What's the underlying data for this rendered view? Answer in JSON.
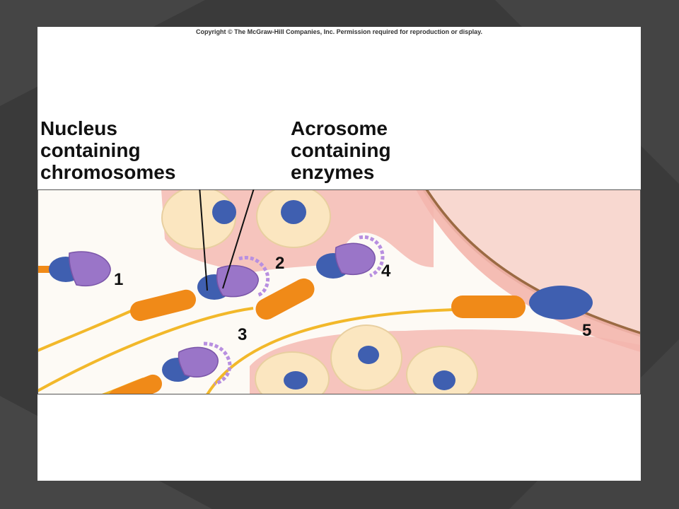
{
  "copyright": "Copyright © The McGraw-Hill Companies, Inc. Permission required for reproduction or display.",
  "labels": {
    "nucleus": [
      "Nucleus",
      "containing",
      "chromosomes"
    ],
    "acrosome": [
      "Acrosome",
      "containing",
      "enzymes"
    ]
  },
  "stages": [
    "1",
    "2",
    "3",
    "4",
    "5"
  ],
  "colors": {
    "slide_bg": "#3a3a3a",
    "nucleus": "#3f5fb0",
    "acrosome": "#9a75c8",
    "midpiece": "#f08a18",
    "tail": "#f2b82a",
    "cell": "#fbe6c0",
    "tissue": "#f6c2bc",
    "egg_membrane": "#9b6a43"
  }
}
